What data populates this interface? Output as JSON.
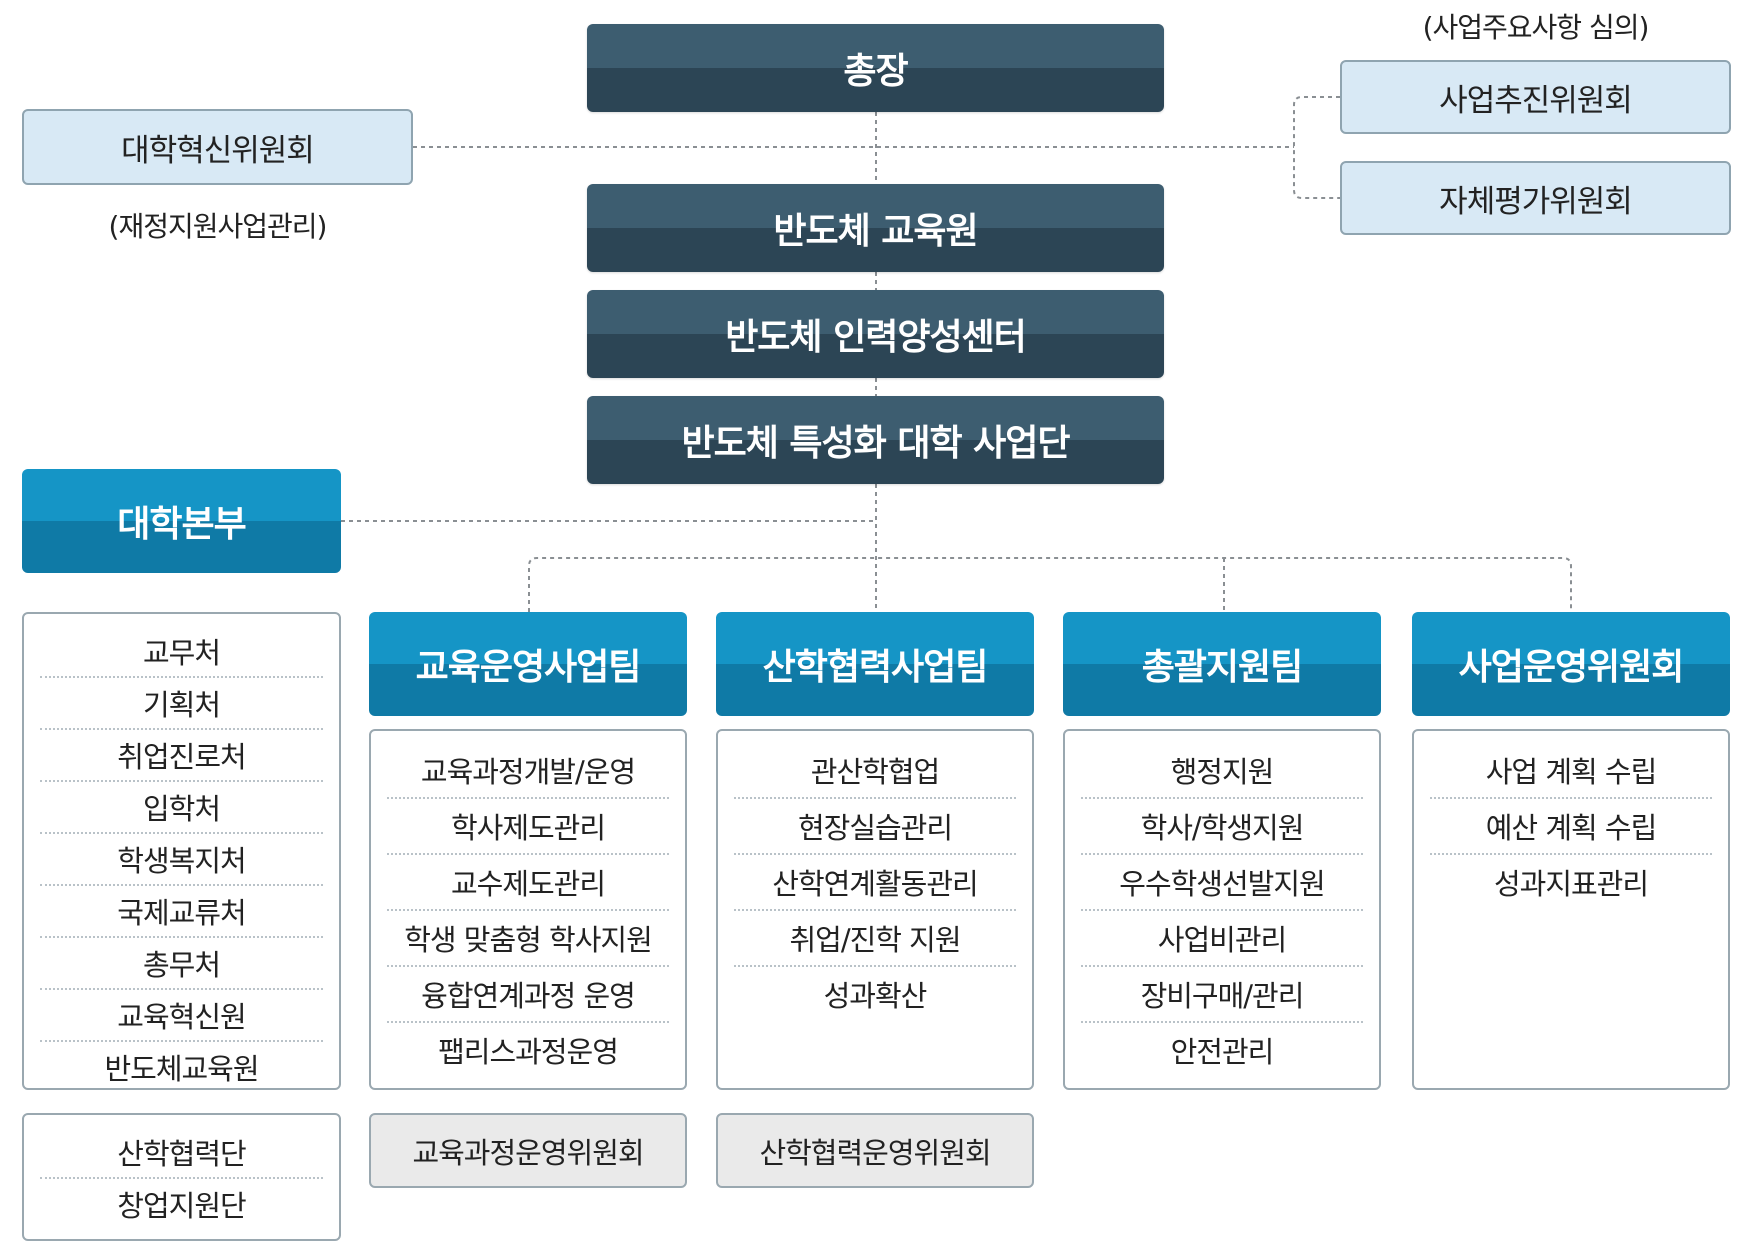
{
  "top": {
    "president": "총장",
    "edu_institute": "반도체 교육원",
    "training_center": "반도체 인력양성센터",
    "project_group": "반도체 특성화 대학 사업단"
  },
  "left_committee": {
    "name": "대학혁신위원회",
    "note": "(재정지원사업관리)"
  },
  "right_committees": {
    "note": "(사업주요사항 심의)",
    "promotion": "사업추진위원회",
    "self_eval": "자체평가위원회"
  },
  "headquarters": {
    "title": "대학본부",
    "offices": [
      "교무처",
      "기획처",
      "취업진로처",
      "입학처",
      "학생복지처",
      "국제교류처",
      "총무처",
      "교육혁신원",
      "반도체교육원"
    ],
    "groups": [
      "산학협력단",
      "창업지원단"
    ]
  },
  "teams": [
    {
      "title": "교육운영사업팀",
      "duties": [
        "교육과정개발/운영",
        "학사제도관리",
        "교수제도관리",
        "학생 맞춤형 학사지원",
        "융합연계과정 운영",
        "팹리스과정운영"
      ],
      "committee": "교육과정운영위원회"
    },
    {
      "title": "산학협력사업팀",
      "duties": [
        "관산학협업",
        "현장실습관리",
        "산학연계활동관리",
        "취업/진학 지원",
        "성과확산"
      ],
      "committee": "산학협력운영위원회"
    },
    {
      "title": "총괄지원팀",
      "duties": [
        "행정지원",
        "학사/학생지원",
        "우수학생선발지원",
        "사업비관리",
        "장비구매/관리",
        "안전관리"
      ]
    },
    {
      "title": "사업운영위원회",
      "duties": [
        "사업 계획 수립",
        "예산 계획 수립",
        "성과지표관리"
      ]
    }
  ]
}
